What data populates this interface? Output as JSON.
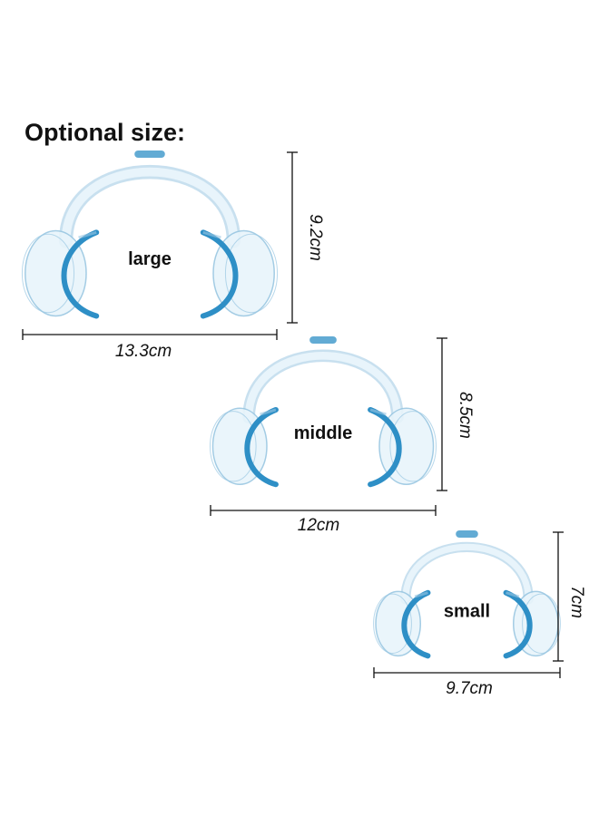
{
  "heading": "Optional size:",
  "colors": {
    "accent": "#2e8fc6",
    "frame_fill": "#e8f4fb",
    "frame_stroke": "#9ac7e2",
    "dimension_line": "#111111",
    "text": "#111111"
  },
  "retractors": [
    {
      "id": "large",
      "label": "large",
      "height_label": "9.2cm",
      "width_label": "13.3cm"
    },
    {
      "id": "middle",
      "label": "middle",
      "height_label": "8.5cm",
      "width_label": "12cm"
    },
    {
      "id": "small",
      "label": "small",
      "height_label": "7cm",
      "width_label": "9.7cm"
    }
  ]
}
